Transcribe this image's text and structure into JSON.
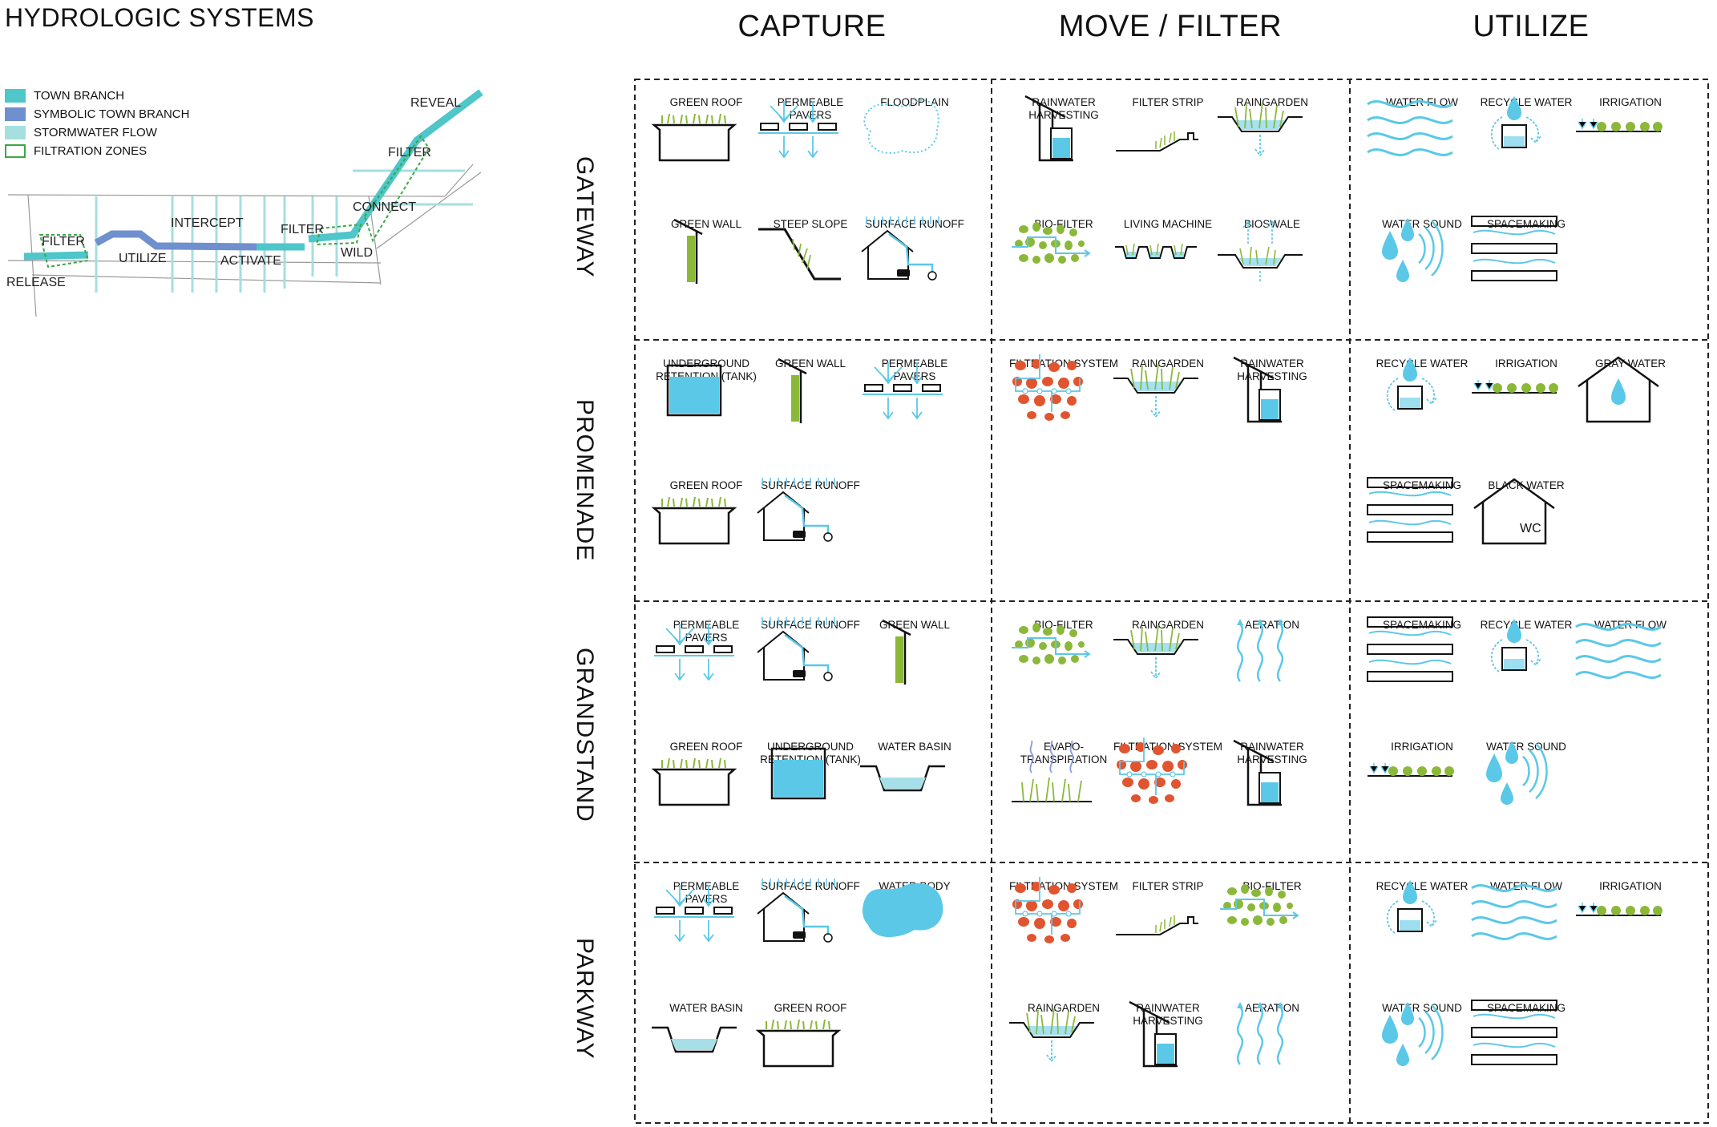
{
  "page_title": "HYDROLOGIC SYSTEMS",
  "legend": [
    {
      "label": "TOWN BRANCH",
      "color": "#4fc6c9"
    },
    {
      "label": "SYMBOLIC TOWN BRANCH",
      "color": "#6f8fcf"
    },
    {
      "label": "STORMWATER FLOW",
      "color": "#a6dfe0"
    },
    {
      "label": "FILTRATION ZONES",
      "color": "#3aa845"
    }
  ],
  "map_labels": {
    "reveal": "REVEAL",
    "filter_top": "FILTER",
    "connect": "CONNECT",
    "intercept": "INTERCEPT",
    "filter_mid": "FILTER",
    "filter_left": "FILTER",
    "utilize": "UTILIZE",
    "activate": "ACTIVATE",
    "wild": "WILD",
    "release": "RELEASE"
  },
  "columns": [
    "CAPTURE",
    "MOVE / FILTER",
    "UTILIZE"
  ],
  "rows": [
    "GATEWAY",
    "PROMENADE",
    "GRANDSTAND",
    "PARKWAY"
  ],
  "cells": {
    "gateway": {
      "capture": [
        {
          "label": "GREEN ROOF",
          "icon": "green-roof-icon"
        },
        {
          "label": "PERMEABLE\nPAVERS",
          "icon": "permeable-pavers-icon"
        },
        {
          "label": "FLOODPLAIN",
          "icon": "floodplain-icon"
        },
        {
          "label": "GREEN WALL",
          "icon": "green-wall-icon"
        },
        {
          "label": "STEEP SLOPE",
          "icon": "steep-slope-icon"
        },
        {
          "label": "SURFACE RUNOFF",
          "icon": "surface-runoff-icon"
        }
      ],
      "move": [
        {
          "label": "RAINWATER\nHARVESTING",
          "icon": "rainwater-harvesting-icon"
        },
        {
          "label": "FILTER STRIP",
          "icon": "filter-strip-icon"
        },
        {
          "label": "RAINGARDEN",
          "icon": "raingarden-icon"
        },
        {
          "label": "BIO-FILTER",
          "icon": "bio-filter-icon"
        },
        {
          "label": "LIVING MACHINE",
          "icon": "living-machine-icon"
        },
        {
          "label": "BIOSWALE",
          "icon": "bioswale-icon"
        }
      ],
      "utilize": [
        {
          "label": "WATER FLOW",
          "icon": "water-flow-icon"
        },
        {
          "label": "RECYCLE WATER",
          "icon": "recycle-water-icon"
        },
        {
          "label": "IRRIGATION",
          "icon": "irrigation-icon"
        },
        {
          "label": "WATER SOUND",
          "icon": "water-sound-icon"
        },
        {
          "label": "SPACEMAKING",
          "icon": "spacemaking-icon"
        }
      ]
    },
    "promenade": {
      "capture": [
        {
          "label": "UNDERGROUND\nRETENTION (TANK)",
          "icon": "underground-retention-icon"
        },
        {
          "label": "GREEN WALL",
          "icon": "green-wall-icon"
        },
        {
          "label": "PERMEABLE\nPAVERS",
          "icon": "permeable-pavers-icon"
        },
        {
          "label": "GREEN ROOF",
          "icon": "green-roof-icon"
        },
        {
          "label": "SURFACE RUNOFF",
          "icon": "surface-runoff-icon"
        }
      ],
      "move": [
        {
          "label": "FILTRATION SYSTEM",
          "icon": "filtration-system-icon"
        },
        {
          "label": "RAINGARDEN",
          "icon": "raingarden-icon"
        },
        {
          "label": "RAINWATER\nHARVESTING",
          "icon": "rainwater-harvesting-icon"
        }
      ],
      "utilize": [
        {
          "label": "RECYCLE WATER",
          "icon": "recycle-water-icon"
        },
        {
          "label": "IRRIGATION",
          "icon": "irrigation-icon"
        },
        {
          "label": "GRAY WATER",
          "icon": "gray-water-icon"
        },
        {
          "label": "SPACEMAKING",
          "icon": "spacemaking-icon"
        },
        {
          "label": "BLACK WATER",
          "icon": "black-water-icon",
          "icon_text": "WC"
        }
      ]
    },
    "grandstand": {
      "capture": [
        {
          "label": "PERMEABLE\nPAVERS",
          "icon": "permeable-pavers-icon"
        },
        {
          "label": "SURFACE RUNOFF",
          "icon": "surface-runoff-icon"
        },
        {
          "label": "GREEN WALL",
          "icon": "green-wall-icon"
        },
        {
          "label": "GREEN ROOF",
          "icon": "green-roof-icon"
        },
        {
          "label": "UNDERGROUND\nRETENTION (TANK)",
          "icon": "underground-retention-icon"
        },
        {
          "label": "WATER BASIN",
          "icon": "water-basin-icon"
        }
      ],
      "move": [
        {
          "label": "BIO-FILTER",
          "icon": "bio-filter-icon"
        },
        {
          "label": "RAINGARDEN",
          "icon": "raingarden-icon"
        },
        {
          "label": "AERATION",
          "icon": "aeration-icon"
        },
        {
          "label": "EVAPO-\nTRANSPIRATION",
          "icon": "evapotranspiration-icon"
        },
        {
          "label": "FILTRATION SYSTEM",
          "icon": "filtration-system-icon"
        },
        {
          "label": "RAINWATER\nHARVESTING",
          "icon": "rainwater-harvesting-icon"
        }
      ],
      "utilize": [
        {
          "label": "SPACEMAKING",
          "icon": "spacemaking-icon"
        },
        {
          "label": "RECYCLE WATER",
          "icon": "recycle-water-icon"
        },
        {
          "label": "WATER FLOW",
          "icon": "water-flow-icon"
        },
        {
          "label": "IRRIGATION",
          "icon": "irrigation-icon"
        },
        {
          "label": "WATER SOUND",
          "icon": "water-sound-icon"
        }
      ]
    },
    "parkway": {
      "capture": [
        {
          "label": "PERMEABLE\nPAVERS",
          "icon": "permeable-pavers-icon"
        },
        {
          "label": "SURFACE RUNOFF",
          "icon": "surface-runoff-icon"
        },
        {
          "label": "WATER BODY",
          "icon": "water-body-icon"
        },
        {
          "label": "WATER BASIN",
          "icon": "water-basin-icon"
        },
        {
          "label": "GREEN ROOF",
          "icon": "green-roof-icon"
        }
      ],
      "move": [
        {
          "label": "FILTRATION SYSTEM",
          "icon": "filtration-system-icon"
        },
        {
          "label": "FILTER STRIP",
          "icon": "filter-strip-icon"
        },
        {
          "label": "BIO-FILTER",
          "icon": "bio-filter-icon"
        },
        {
          "label": "RAINGARDEN",
          "icon": "raingarden-icon"
        },
        {
          "label": "RAINWATER\nHARVESTING",
          "icon": "rainwater-harvesting-icon"
        },
        {
          "label": "AERATION",
          "icon": "aeration-icon"
        }
      ],
      "utilize": [
        {
          "label": "RECYCLE WATER",
          "icon": "recycle-water-icon"
        },
        {
          "label": "WATER FLOW",
          "icon": "water-flow-icon"
        },
        {
          "label": "IRRIGATION",
          "icon": "irrigation-icon"
        },
        {
          "label": "WATER SOUND",
          "icon": "water-sound-icon"
        },
        {
          "label": "SPACEMAKING",
          "icon": "spacemaking-icon"
        }
      ]
    }
  },
  "colors": {
    "water": "#5bc8e8",
    "plant": "#8cb83a",
    "filter_red": "#e0552f",
    "line": "#111111"
  }
}
